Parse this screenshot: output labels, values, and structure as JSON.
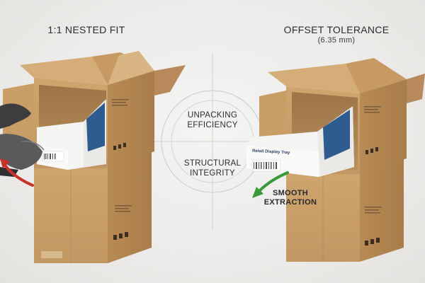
{
  "left_panel": {
    "title": "1:1 NESTED FIT"
  },
  "right_panel": {
    "title": "OFFSET TOLERANCE",
    "subtitle": "(6.35 mm)",
    "tray_label": "Retail Display Tray",
    "callout": "SMOOTH EXTRACTION"
  },
  "center": {
    "label_top": "UNPACKING EFFICIENCY",
    "label_bottom": "STRUCTURAL INTEGRITY"
  },
  "colors": {
    "cardboard": "#c9a06a",
    "cardboard_dark": "#a87c48",
    "cardboard_light": "#d9b583",
    "tray_white": "#f4f4f2",
    "tray_blue": "#2f5c8f",
    "arrow_red": "#c8302a",
    "arrow_green": "#3a9a3a",
    "glove": "#3d3d3f"
  }
}
